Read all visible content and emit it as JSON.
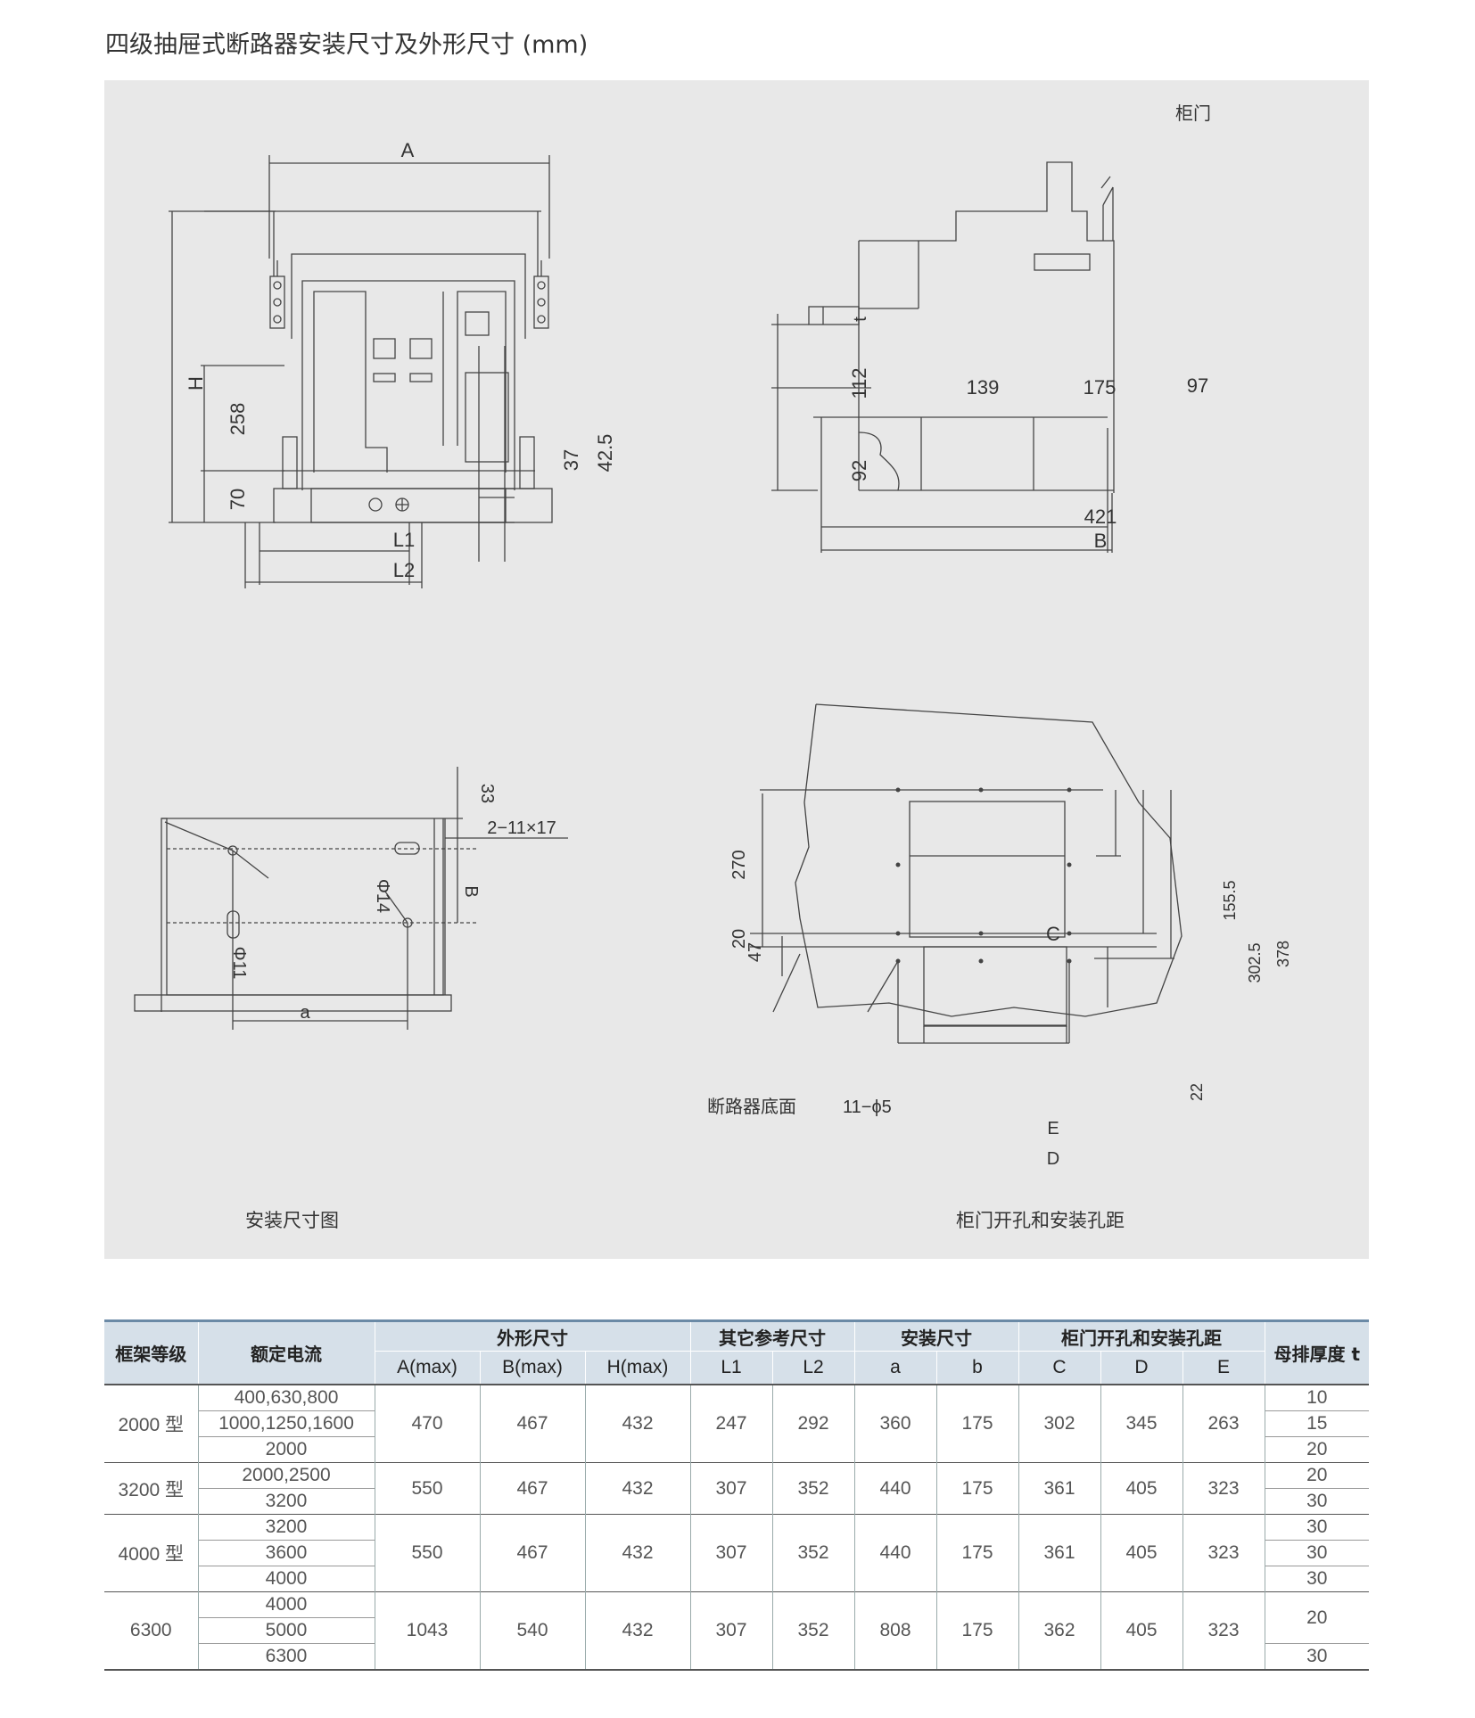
{
  "title": "四级抽屉式断路器安装尺寸及外形尺寸 (mm)",
  "drawings": {
    "front_view": {
      "labels": {
        "A": "A",
        "H": "H",
        "d258": "258",
        "d70": "70",
        "d37": "37",
        "d42_5": "42.5",
        "L1": "L1",
        "L2": "L2"
      }
    },
    "side_view": {
      "labels": {
        "door": "柜门",
        "t": "t",
        "d112": "112",
        "d92": "92",
        "d139": "139",
        "d175": "175",
        "d97": "97",
        "d421": "421",
        "B": "B"
      }
    },
    "mounting_view": {
      "caption": "安装尺寸图",
      "labels": {
        "d33": "33",
        "slot": "2−11×17",
        "phi11": "Φ11",
        "phi14": "Φ14",
        "B": "B",
        "a": "a"
      }
    },
    "door_view": {
      "caption": "柜门开孔和安装孔距",
      "labels": {
        "C": "C",
        "d270": "270",
        "d20": "20",
        "d47": "47",
        "d155_5": "155.5",
        "d302_5": "302.5",
        "d378": "378",
        "d22": "22",
        "base": "断路器底面",
        "holes": "11−ϕ5",
        "E": "E",
        "D": "D"
      }
    }
  },
  "table": {
    "headers": {
      "frame": "框架等级",
      "current": "额定电流",
      "outline": "外形尺寸",
      "other": "其它参考尺寸",
      "install": "安装尺寸",
      "door": "柜门开孔和安装孔距",
      "thickness": "母排厚度 t",
      "sub": [
        "A(max)",
        "B(max)",
        "H(max)",
        "L1",
        "L2",
        "a",
        "b",
        "C",
        "D",
        "E"
      ]
    },
    "groups": [
      {
        "frame": "2000 型",
        "currents": [
          "400,630,800",
          "1000,1250,1600",
          "2000"
        ],
        "values": [
          "470",
          "467",
          "432",
          "247",
          "292",
          "360",
          "175",
          "302",
          "345",
          "263"
        ],
        "thickness": [
          "10",
          "15",
          "20"
        ]
      },
      {
        "frame": "3200 型",
        "currents": [
          "2000,2500",
          "3200"
        ],
        "values": [
          "550",
          "467",
          "432",
          "307",
          "352",
          "440",
          "175",
          "361",
          "405",
          "323"
        ],
        "thickness": [
          "20",
          "30"
        ]
      },
      {
        "frame": "4000 型",
        "currents": [
          "3200",
          "3600",
          "4000"
        ],
        "values": [
          "550",
          "467",
          "432",
          "307",
          "352",
          "440",
          "175",
          "361",
          "405",
          "323"
        ],
        "thickness": [
          "30",
          "30",
          "30"
        ]
      },
      {
        "frame": "6300",
        "currents": [
          "4000",
          "5000",
          "6300"
        ],
        "values": [
          "1043",
          "540",
          "432",
          "307",
          "352",
          "808",
          "175",
          "362",
          "405",
          "323"
        ],
        "thickness": [
          "20",
          "30"
        ]
      }
    ]
  }
}
